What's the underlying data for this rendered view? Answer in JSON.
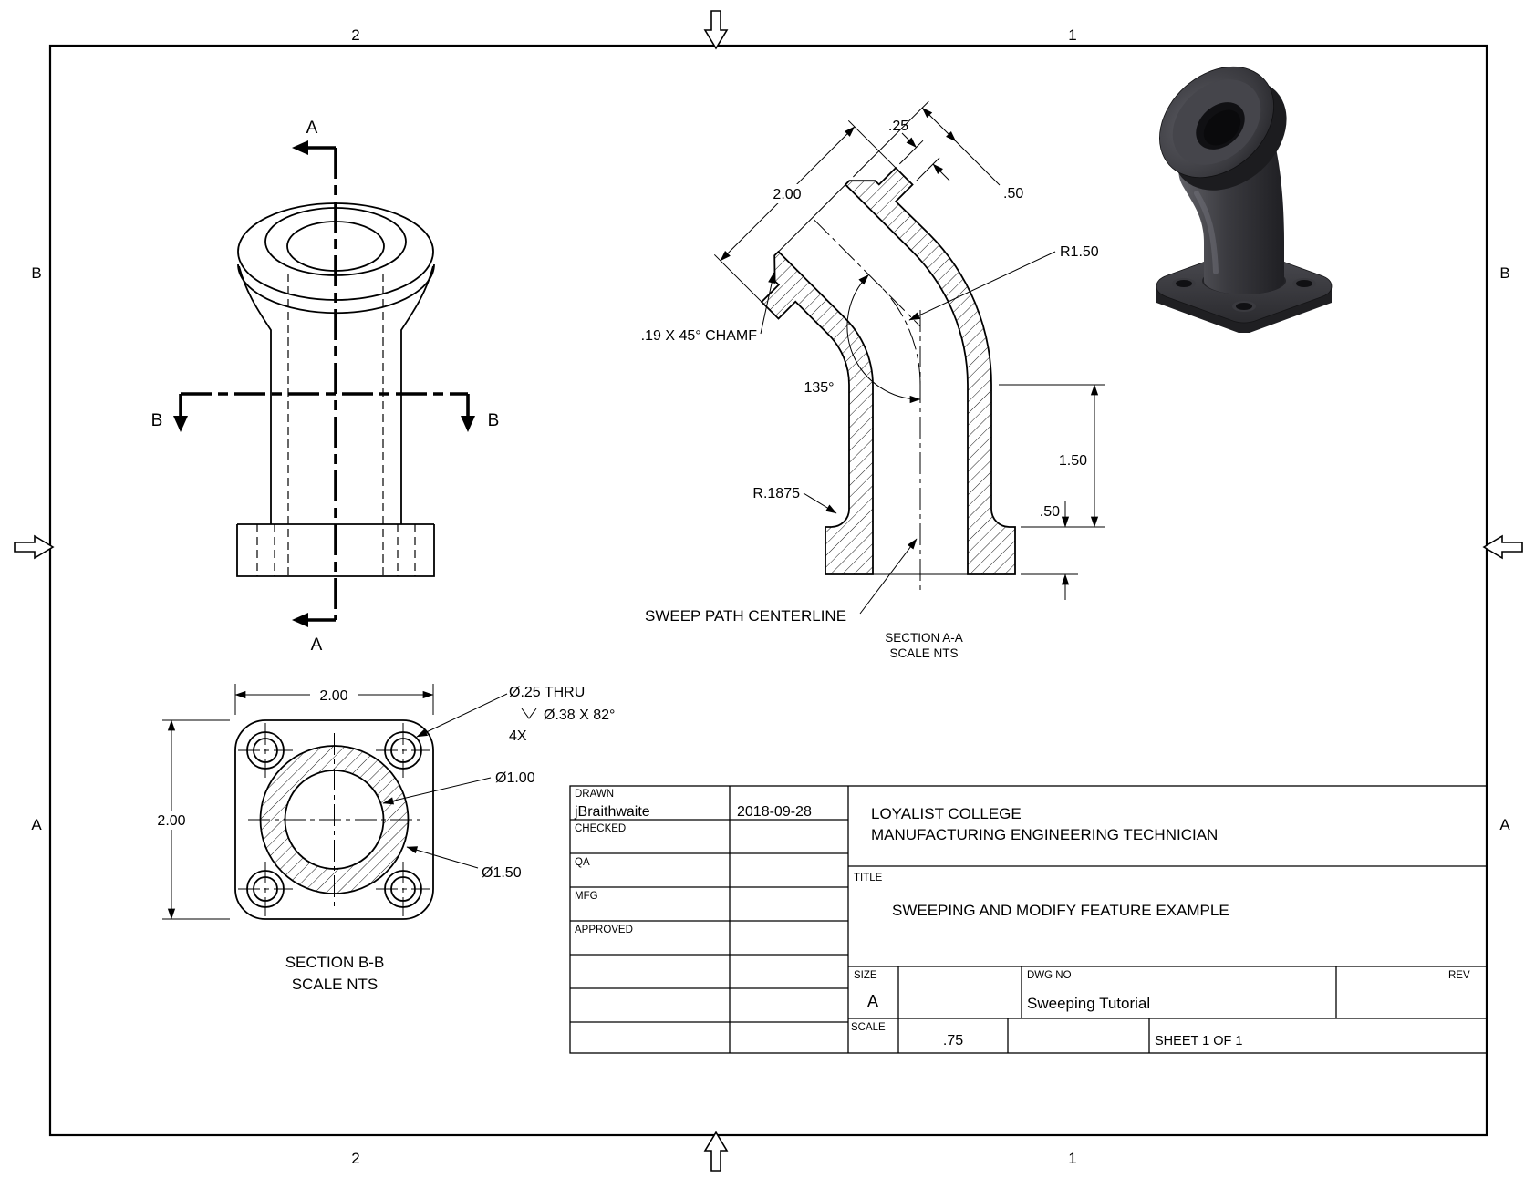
{
  "sheet": {
    "zones": {
      "top_left": "2",
      "top_right": "1",
      "bottom_left": "2",
      "bottom_right": "1",
      "left_upper": "B",
      "left_lower": "A",
      "right_upper": "B",
      "right_lower": "A"
    }
  },
  "views": {
    "front": {
      "section_a_top": "A",
      "section_a_bottom": "A",
      "section_b_left": "B",
      "section_b_right": "B"
    },
    "section_aa": {
      "flange_length": "2.00",
      "flange_thickness": ".25",
      "boss_height": ".50",
      "bend_radius": "R1.50",
      "bend_angle": "135°",
      "chamfer_note": ".19 X 45° CHAMF",
      "fillet_radius": "R.1875",
      "tube_height": "1.50",
      "base_thickness": ".50",
      "sweep_note": "SWEEP PATH CENTERLINE",
      "caption": "SECTION A-A",
      "scale_note": "SCALE NTS"
    },
    "section_bb": {
      "width": "2.00",
      "height": "2.00",
      "hole_thru": "Ø.25 THRU",
      "hole_csk": "Ø.38 X 82°",
      "hole_qty": "4X",
      "bore_dia": "Ø1.00",
      "tube_dia": "Ø1.50",
      "caption": "SECTION B-B",
      "scale_note": "SCALE NTS"
    }
  },
  "title_block": {
    "drawn_label": "DRAWN",
    "drawn_value": "jBraithwaite",
    "drawn_date": "2018-09-28",
    "checked_label": "CHECKED",
    "qa_label": "QA",
    "mfg_label": "MFG",
    "approved_label": "APPROVED",
    "company_line1": "LOYALIST COLLEGE",
    "company_line2": "MANUFACTURING ENGINEERING TECHNICIAN",
    "title_label": "TITLE",
    "title_value": "SWEEPING AND MODIFY FEATURE EXAMPLE",
    "size_label": "SIZE",
    "size_value": "A",
    "dwg_label": "DWG NO",
    "dwg_value": "Sweeping Tutorial",
    "rev_label": "REV",
    "scale_label": "SCALE",
    "scale_value": ".75",
    "sheet_label": "SHEET 1  OF 1"
  }
}
